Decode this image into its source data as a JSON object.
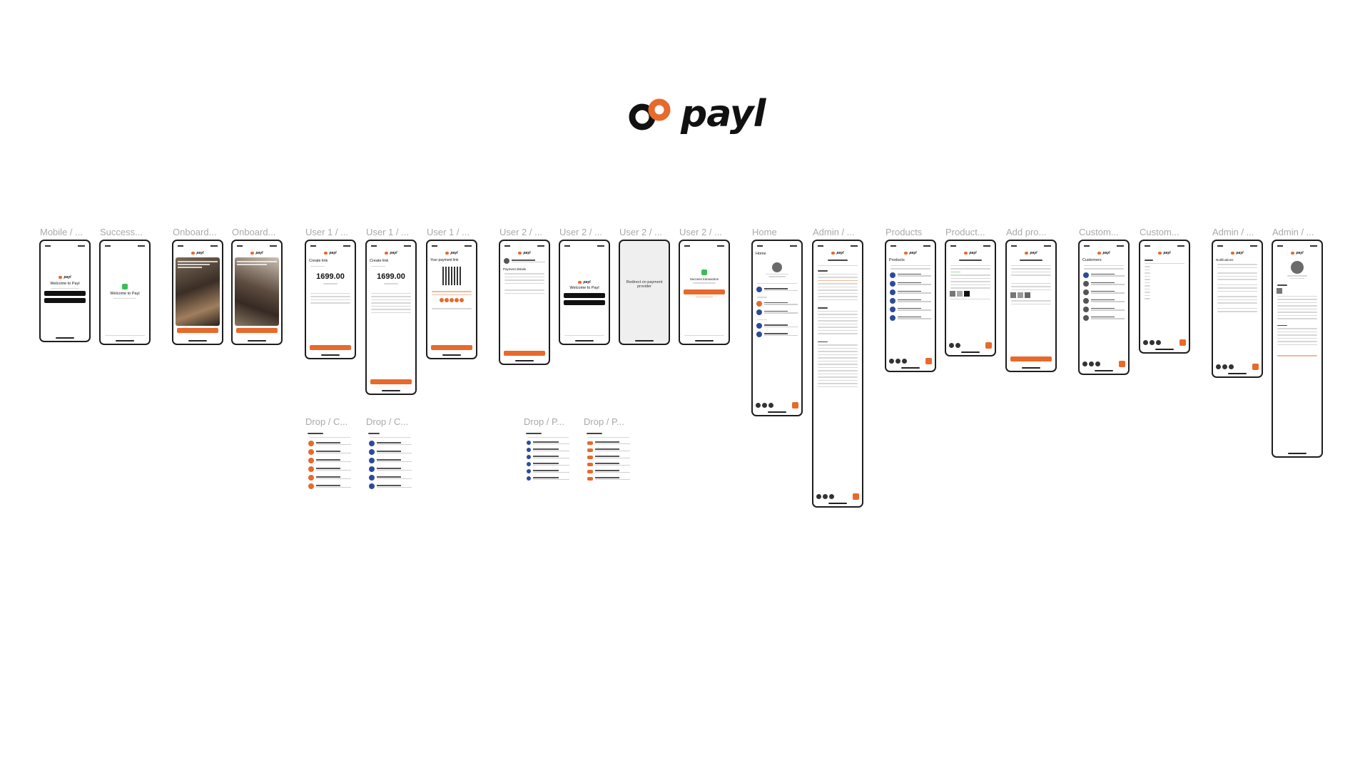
{
  "brand": {
    "name": "payl",
    "accent": "#e8692b",
    "ink": "#111111"
  },
  "frames": [
    {
      "label": "Mobile / ..."
    },
    {
      "label": "Success..."
    },
    {
      "label": "Onboard..."
    },
    {
      "label": "Onboard..."
    },
    {
      "label": "User 1 / ..."
    },
    {
      "label": "User 1 / ..."
    },
    {
      "label": "User 1 / ..."
    },
    {
      "label": "User 2 / ..."
    },
    {
      "label": "User 2 / ..."
    },
    {
      "label": "User 2 / ..."
    },
    {
      "label": "User 2 / ..."
    },
    {
      "label": "Home"
    },
    {
      "label": "Admin / ..."
    },
    {
      "label": "Products"
    },
    {
      "label": "Product..."
    },
    {
      "label": "Add pro..."
    },
    {
      "label": "Custom..."
    },
    {
      "label": "Custom..."
    },
    {
      "label": "Admin / ..."
    },
    {
      "label": "Admin / ..."
    },
    {
      "label": "Drop / C..."
    },
    {
      "label": "Drop / C..."
    },
    {
      "label": "Drop / P..."
    },
    {
      "label": "Drop / P..."
    }
  ],
  "screens": {
    "welcome_title": "Welcome to Payl",
    "create_link_title": "Create link",
    "amount_1": "1699.00",
    "amount_2": "1699.00",
    "payment_link_title": "Your payment link",
    "payment_details_title": "Payment details",
    "redirect_text": "Redirect on payment provider",
    "success_text": "Success transaction",
    "home_title": "Home",
    "products_title": "Products",
    "customers_title": "Customers",
    "notifications_title": "Notifications"
  }
}
